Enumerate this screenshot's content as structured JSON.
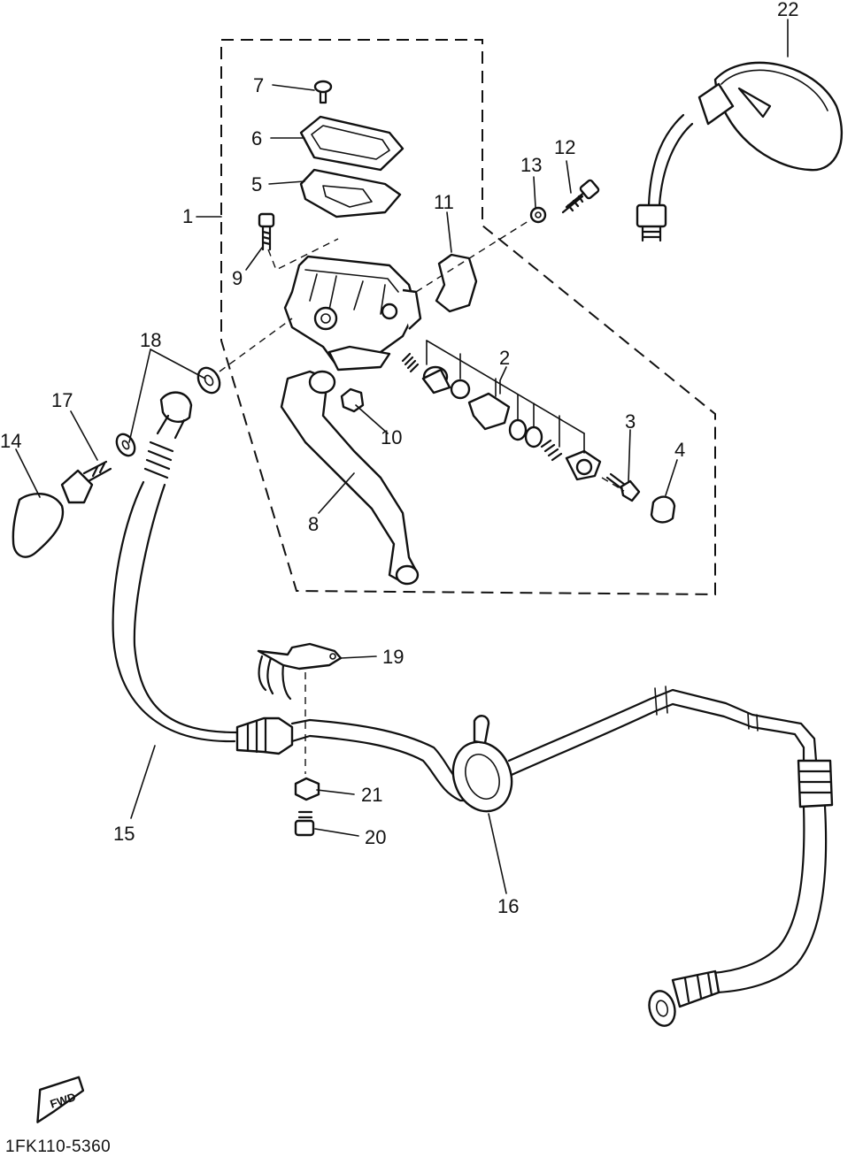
{
  "diagram": {
    "callouts": [
      {
        "id": "1",
        "text": "1"
      },
      {
        "id": "2",
        "text": "2"
      },
      {
        "id": "3",
        "text": "3"
      },
      {
        "id": "4",
        "text": "4"
      },
      {
        "id": "5",
        "text": "5"
      },
      {
        "id": "6",
        "text": "6"
      },
      {
        "id": "7",
        "text": "7"
      },
      {
        "id": "8",
        "text": "8"
      },
      {
        "id": "9",
        "text": "9"
      },
      {
        "id": "10",
        "text": "10"
      },
      {
        "id": "11",
        "text": "11"
      },
      {
        "id": "12",
        "text": "12"
      },
      {
        "id": "13",
        "text": "13"
      },
      {
        "id": "14",
        "text": "14"
      },
      {
        "id": "15",
        "text": "15"
      },
      {
        "id": "16",
        "text": "16"
      },
      {
        "id": "17",
        "text": "17"
      },
      {
        "id": "18",
        "text": "18"
      },
      {
        "id": "19",
        "text": "19"
      },
      {
        "id": "20",
        "text": "20"
      },
      {
        "id": "21",
        "text": "21"
      },
      {
        "id": "22",
        "text": "22"
      }
    ],
    "direction_tag": "FWD",
    "drawing_code": "1FK110-5360"
  }
}
